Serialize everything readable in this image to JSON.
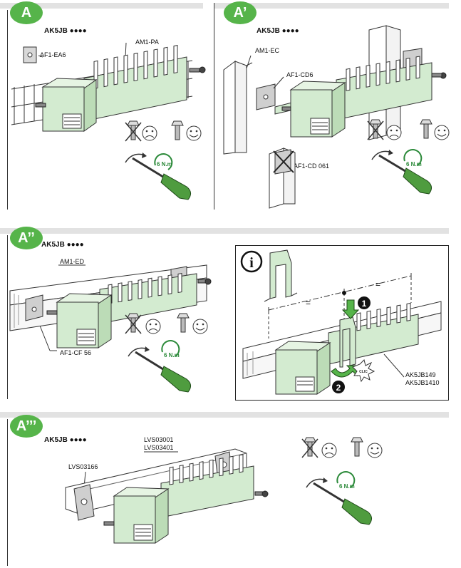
{
  "panels": {
    "a": {
      "badge": "A",
      "reference": "AK5JB ●●●●",
      "labels": {
        "rail": "AM1-PA",
        "clip": "AF1-EA6"
      },
      "torque": "6 N.m"
    },
    "a_prime": {
      "badge": "A’",
      "reference": "AK5JB ●●●●",
      "labels": {
        "upright": "AM1-EC",
        "bracket": "AF1-CD6",
        "not_allowed": "AF1-CD 061"
      },
      "torque": "6 N.m"
    },
    "a_double": {
      "badge": "A’’",
      "reference": "AK5JB ●●●●",
      "labels": {
        "rail": "AM1-ED",
        "bracket": "AF1-CF 56"
      },
      "torque": "6 N.m"
    },
    "info": {
      "info_glyph": "i",
      "step1": "1",
      "step2": "2",
      "equal_left": "=",
      "equal_right": "=",
      "click_text": "CLIC",
      "part_a": "AK5JB149",
      "part_b": "AK5JB1410"
    },
    "a_triple": {
      "badge": "A’’’",
      "reference": "AK5JB ●●●●",
      "labels": {
        "rail_a": "LVS03001",
        "rail_b": "LVS03401",
        "bracket": "LVS03166"
      },
      "torque": "6 N.m"
    }
  },
  "icons": {
    "wrong": "crossed-screw-sad-face-icon",
    "right": "screw-happy-face-icon",
    "tool": "screwdriver-icon"
  },
  "colors": {
    "badge_green": "#56b44a",
    "module_green": "#d3ebd0",
    "rail_grey": "#e2e2e2"
  }
}
